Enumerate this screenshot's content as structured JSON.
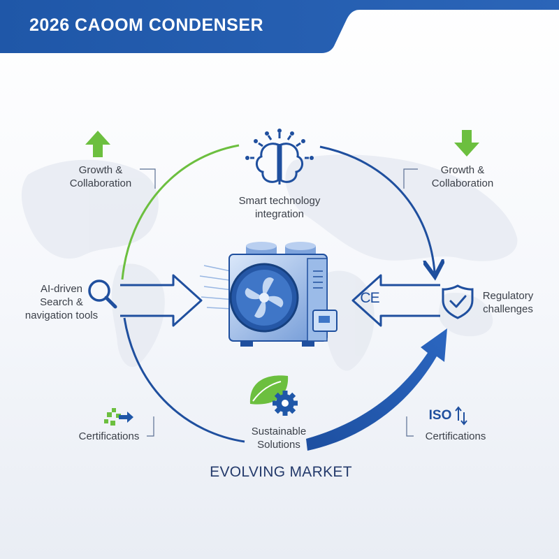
{
  "header": {
    "title": "2026 CAOOM CONDENSER"
  },
  "nodes": {
    "growth_left": {
      "label": "Growth &\nCollaboration",
      "icon": "arrow-up-icon"
    },
    "growth_right": {
      "label": "Growth &\nCollaboration",
      "icon": "arrow-down-icon"
    },
    "smart_tech": {
      "label": "Smart technology\nintegration",
      "icon": "brain-icon"
    },
    "ai_search": {
      "label": "AI-driven\nSearch &\nnavigation tools",
      "icon": "magnifier-icon"
    },
    "regulatory": {
      "label": "Regulatory\nchallenges",
      "icon": "shield-check-icon"
    },
    "ce_mark": {
      "label": "CE"
    },
    "cert_left": {
      "label": "Certifications",
      "icon": "puzzle-arrow-icon"
    },
    "cert_right": {
      "label": "Certifications",
      "icon_text": "ISO"
    },
    "sustainable": {
      "label": "Sustainable\nSolutions",
      "icon": "leaf-gear-icon"
    }
  },
  "center": {
    "icon": "condenser-unit-icon"
  },
  "footer": {
    "caption": "EVOLVING MARKET"
  },
  "colors": {
    "brand_blue": "#1f57a8",
    "dark_blue": "#1a4b96",
    "accent_green": "#6cbf3f",
    "text": "#3a3f48"
  }
}
